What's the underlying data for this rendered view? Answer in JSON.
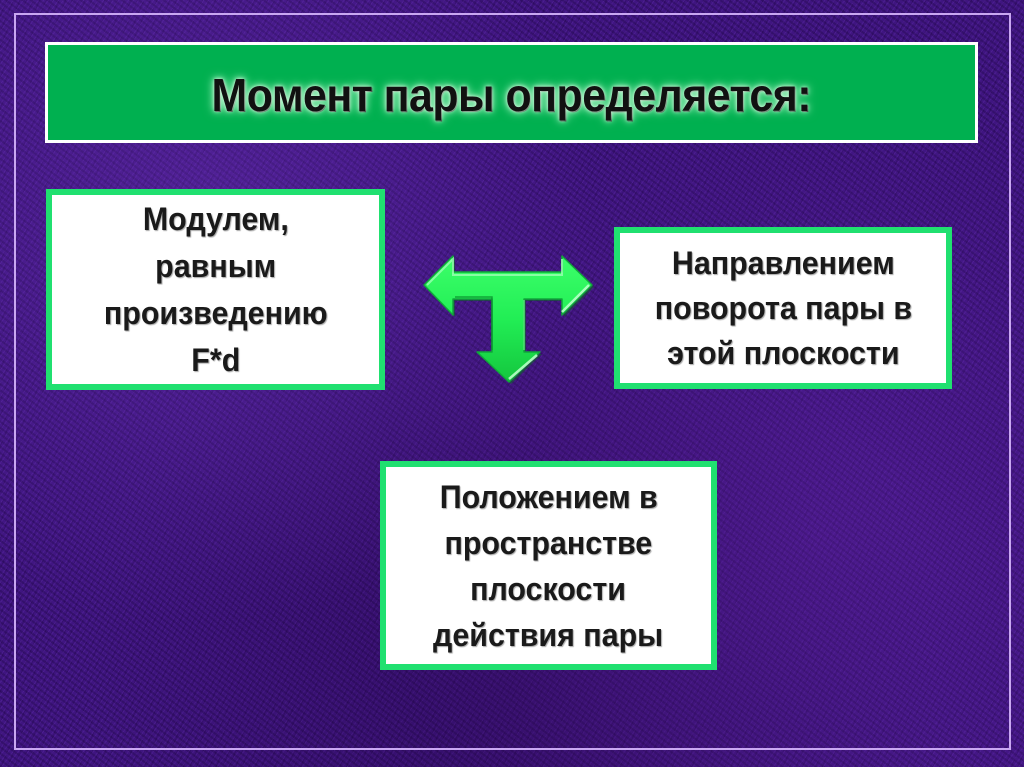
{
  "slide": {
    "title": "Момент пары определяется:",
    "colors": {
      "background": "#3f1580",
      "frame": "#c9a7f2",
      "title_fill": "#00b050",
      "title_border": "#ffffff",
      "box_border": "#20e070",
      "box_fill": "#ffffff",
      "arrow": "#22ee55",
      "text": "#1a1a1a"
    },
    "arrow_icon": "three-way-arrow-left-right-down",
    "boxes": {
      "left": {
        "lines": [
          "Модулем,",
          "равным",
          "произведению",
          "F*d"
        ]
      },
      "right": {
        "lines": [
          "Направлением",
          "поворота пары в",
          "этой плоскости"
        ]
      },
      "bottom": {
        "lines": [
          "Положением в",
          "пространстве",
          "плоскости",
          "действия пары"
        ]
      }
    }
  }
}
